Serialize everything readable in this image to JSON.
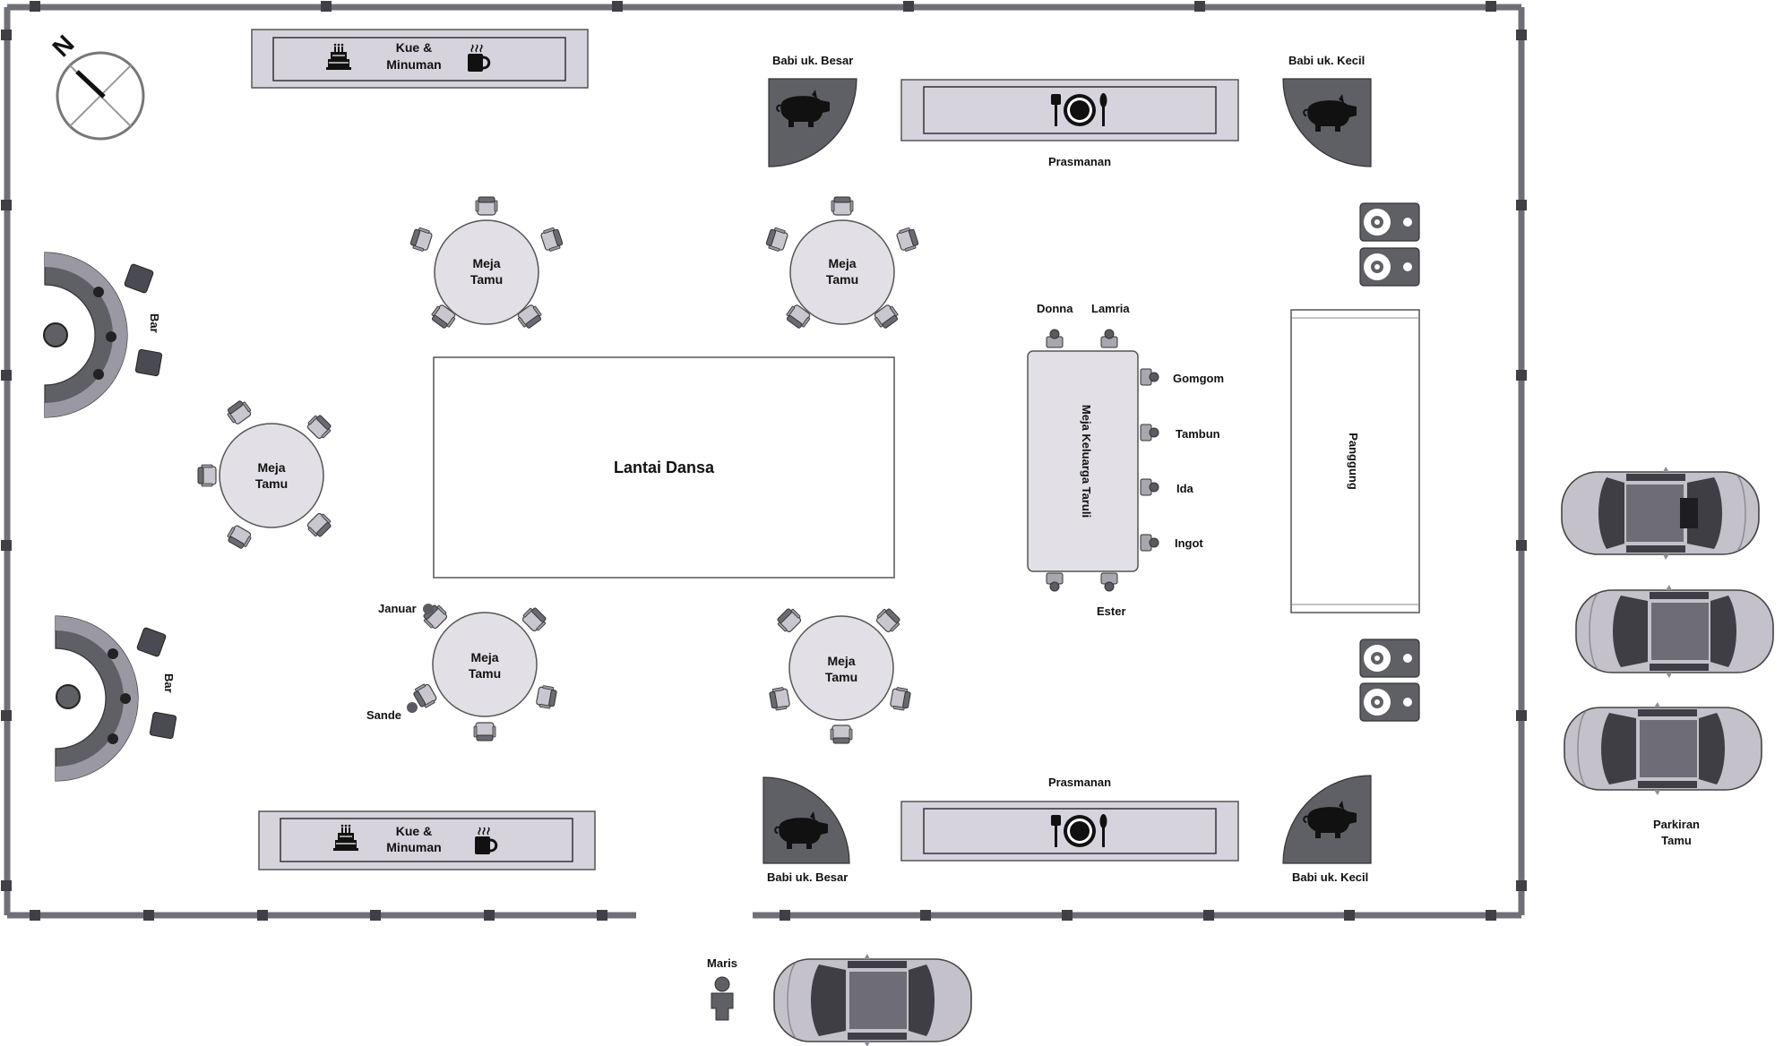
{
  "compass": {
    "letter": "N"
  },
  "dessert_top": {
    "title_line1": "Kue &",
    "title_line2": "Minuman"
  },
  "dessert_bottom": {
    "title_line1": "Kue &",
    "title_line2": "Minuman"
  },
  "pig_large_top": {
    "label": "Babi uk. Besar"
  },
  "pig_small_top": {
    "label": "Babi uk. Kecil"
  },
  "pig_large_bottom": {
    "label": "Babi uk. Besar"
  },
  "pig_small_bottom": {
    "label": "Babi uk. Kecil"
  },
  "buffet_top": {
    "label": "Prasmanan"
  },
  "buffet_bottom": {
    "label": "Prasmanan"
  },
  "bar_top": {
    "label": "Bar"
  },
  "bar_bottom": {
    "label": "Bar"
  },
  "guest_tables": {
    "line1": "Meja",
    "line2": "Tamu"
  },
  "dance_floor": {
    "label": "Lantai Dansa"
  },
  "stage": {
    "label": "Panggung"
  },
  "family_table": {
    "label": "Meja Keluarga Taruli",
    "top_seats": [
      "Donna",
      "Lamria"
    ],
    "right_seats": [
      "Gomgom",
      "Tambun",
      "Ida",
      "Ingot"
    ],
    "bottom_seat": "Ester"
  },
  "table_guests": {
    "guest1": "Januar",
    "guest2": "Sande"
  },
  "parking": {
    "line1": "Parkiran",
    "line2": "Tamu"
  },
  "arrival": {
    "person": "Maris"
  },
  "colors": {
    "wall": "#6f6f78",
    "furniture_fill": "#d6d3dd",
    "dark_fill": "#5f5f66",
    "icon": "#111111",
    "car_body": "#c4c1cb",
    "car_glass": "#3e3e44"
  }
}
